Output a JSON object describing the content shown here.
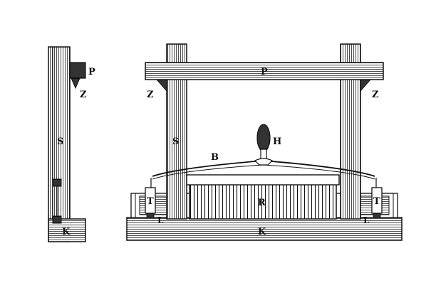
{
  "side_view": {
    "labels": {
      "P": "P",
      "Z": "Z",
      "S": "S",
      "K": "K"
    }
  },
  "front_view": {
    "labels": {
      "P": "P",
      "Z_left": "Z",
      "Z_right": "Z",
      "S": "S",
      "H": "H",
      "B": "B",
      "R": "R",
      "T_left": "T",
      "T_right": "T",
      "L_left": "L",
      "L_right": "L",
      "K": "K"
    }
  },
  "colors": {
    "ink": "#111111",
    "background": "#ffffff"
  }
}
